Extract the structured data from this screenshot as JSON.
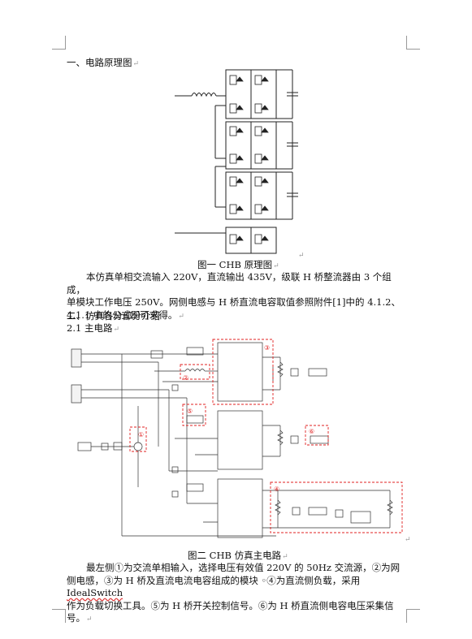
{
  "section1": {
    "heading": "一、电路原理图"
  },
  "figure1": {
    "caption": "图一 CHB 原理图"
  },
  "para1": {
    "lines": [
      "本仿真单相交流输入 220V，直流输出 435V，级联 H 桥整流器由 3 个组成，",
      "单模块工作电压 250V。网侧电感与 H 桥直流电容取值参照附件[1]中的 4.1.2、",
      "4.1.1 中的公式即可求得。"
    ]
  },
  "section2": {
    "heading": "二、仿真各分部分介绍"
  },
  "section21": {
    "heading": "2.1 主电路"
  },
  "figure2": {
    "caption": "图二 CHB 仿真主电路",
    "markers": [
      "①",
      "②",
      "③",
      "④",
      "⑤",
      "⑥"
    ]
  },
  "para2": {
    "line1": "最左侧①为交流单相输入，选择电压有效值 220V 的 50Hz 交流源，②为网",
    "line2a": "侧电感，③为 H 桥及直流电流电容组成的模块 ◦④为直流侧负载，采用 ",
    "line2b": "IdealSwitch",
    "line3": "作为负载切换工具。⑤为 H 桥开关控制信号。⑥为 H 桥直流侧电容电压采集信",
    "line4": "号。"
  },
  "paragraph_mark": "↵",
  "colors": {
    "annotation_red": "#e02020",
    "line": "#222222"
  }
}
